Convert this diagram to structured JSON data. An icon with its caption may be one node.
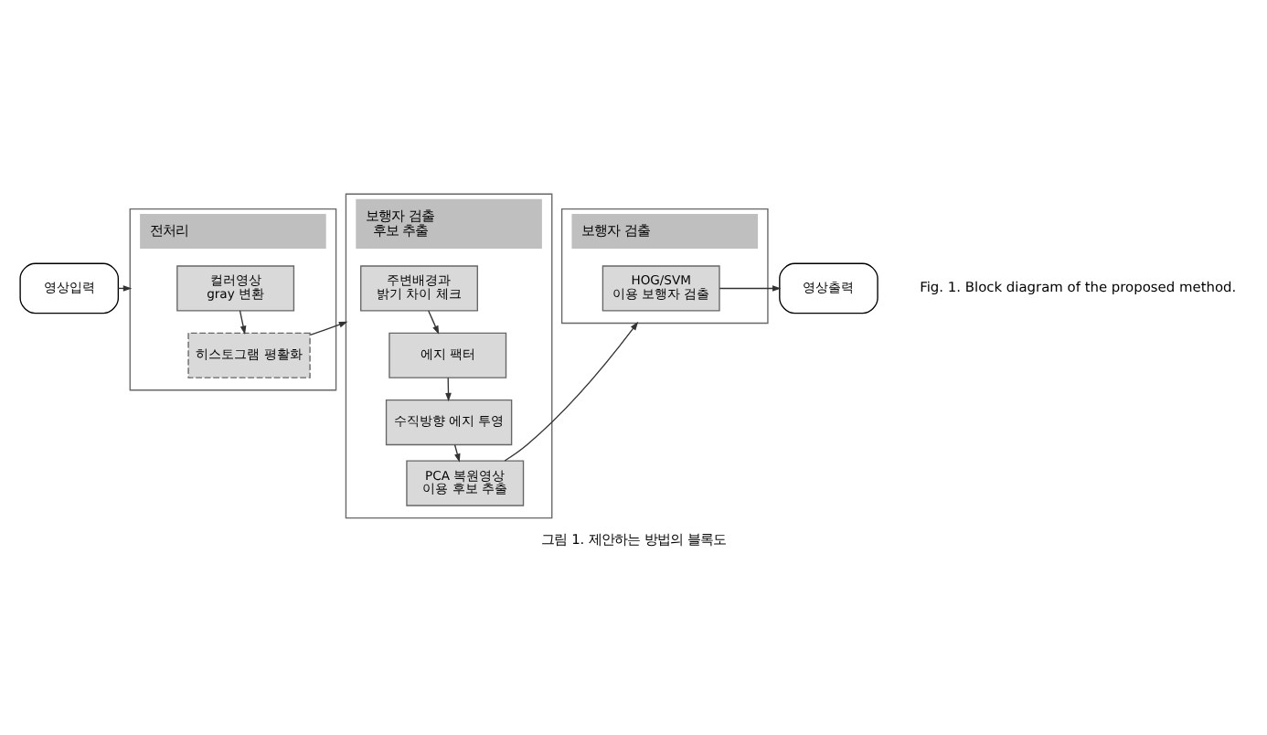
{
  "diagram": {
    "caption": "그림 1. 제안하는 방법의 블록도",
    "nodes": [
      {
        "text": [
          "영상입력"
        ]
      },
      {
        "text": [
          "전처리"
        ]
      },
      {
        "text": [
          "컬러영상 gray 변환"
        ],
        "in": 1
      },
      {
        "text": [
          "히스토그램 평활화"
        ],
        "in": 1
      },
      {
        "text": [
          "보행자 검출 후보 추출"
        ]
      },
      {
        "text": [
          "주변배경과 밝기 차이 체크"
        ],
        "in": 4
      },
      {
        "text": [
          "에지 팩터"
        ],
        "in": 4
      },
      {
        "text": [
          "수직방향 에지 투영"
        ],
        "in": 4
      },
      {
        "text": [
          "PCA 복원영상 이용 후보 추출"
        ],
        "in": 4
      },
      {
        "text": [
          "보행자 검출"
        ]
      },
      {
        "text": [
          "HOG/SVM 이용 보행자 검출"
        ],
        "in": 9
      },
      {
        "text": [
          "영상출력"
        ]
      }
    ],
    "edges": [
      {
        "from": 0,
        "to": 1,
        "arrow": "to"
      },
      {
        "from": 2,
        "to": 3,
        "arrow": "to"
      },
      {
        "from": 3,
        "to": 4,
        "arrow": "to"
      },
      {
        "from": 5,
        "to": 6,
        "arrow": "to"
      },
      {
        "from": 6,
        "to": 7,
        "arrow": "to"
      },
      {
        "from": 7,
        "to": 8,
        "arrow": "to"
      },
      {
        "from": 8,
        "to": 9,
        "arrow": "to"
      },
      {
        "from": 10,
        "to": 11,
        "arrow": "to"
      }
    ],
    "labels": [
      "Fig. 1. Block diagram of the proposed method."
    ]
  }
}
